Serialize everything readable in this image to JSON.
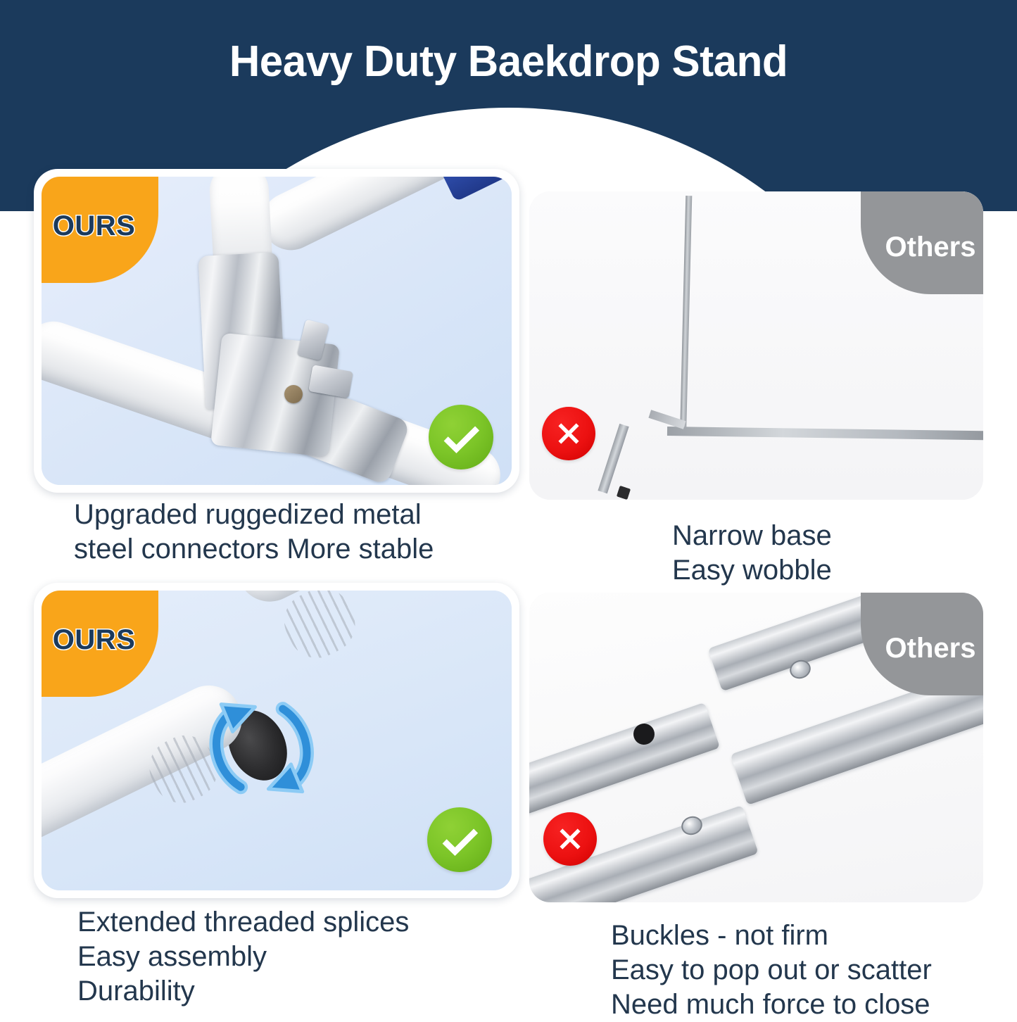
{
  "header": {
    "title": "Heavy Duty Baekdrop Stand",
    "background_color": "#1b3a5c",
    "title_color": "#ffffff"
  },
  "badges": {
    "ours_label": "OURS",
    "ours_color": "#f9a51a",
    "ours_text_color": "#1b3a5c",
    "others_label": "Others",
    "others_color": "#949699",
    "others_text_color": "#ffffff"
  },
  "status": {
    "check_color": "#7cc528",
    "x_color": "#ec1111",
    "check_name": "check-mark",
    "x_name": "cross-mark"
  },
  "cards": [
    {
      "id": "ours-connector",
      "brand": "ours",
      "status": "check",
      "image_subject": "three-way chrome steel connector joining white poles",
      "caption": "Upgraded ruggedized metal\nsteel connectors More stable"
    },
    {
      "id": "others-narrow-base",
      "brand": "others",
      "status": "x",
      "image_subject": "thin grey pole with narrow T-shaped base",
      "caption": "Narrow base\nEasy wobble"
    },
    {
      "id": "ours-threaded-splice",
      "brand": "ours",
      "status": "check",
      "image_subject": "two white poles with extended threaded screw splice and rotation arrows",
      "caption": "Extended threaded splices\nEasy assembly\nDurability"
    },
    {
      "id": "others-buckles",
      "brand": "others",
      "status": "x",
      "image_subject": "grey metal tubes joined with spring buckle pins",
      "caption": "Buckles - not firm\nEasy to pop out or scatter\nNeed much force to close"
    }
  ],
  "caption_color": "#23374d"
}
